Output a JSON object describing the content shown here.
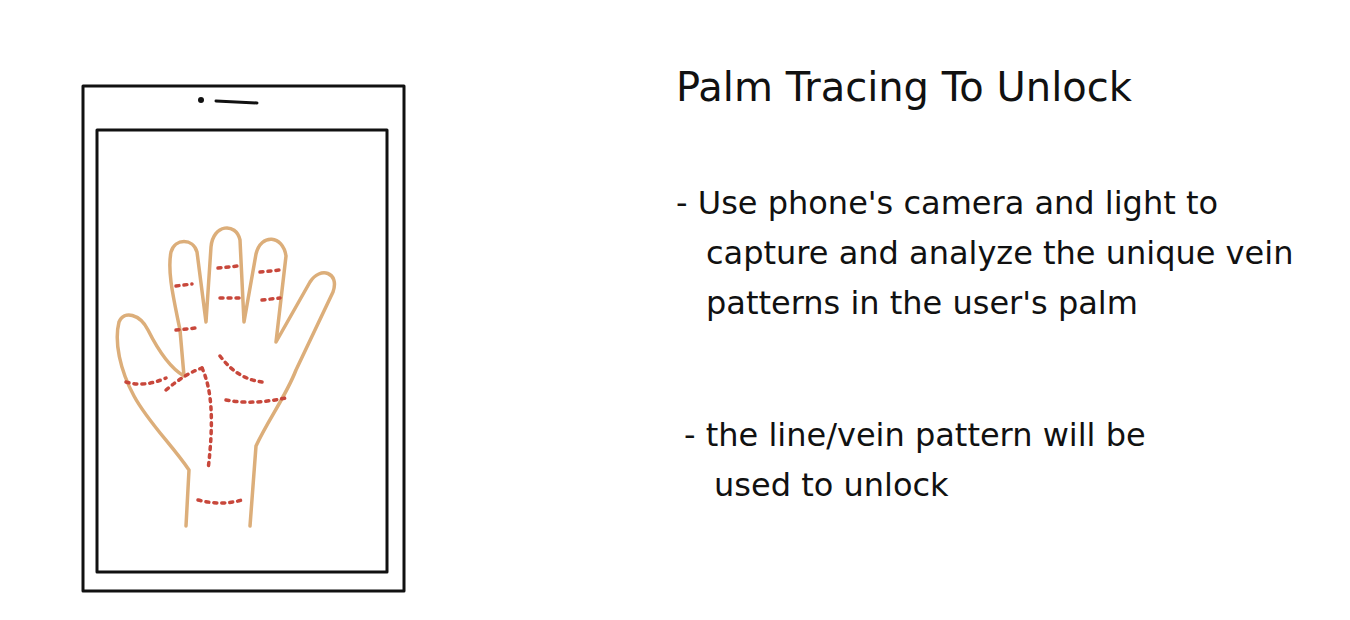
{
  "diagram": {
    "title": "Palm Tracing To Unlock",
    "labels": [
      "- Use phone's camera and light to capture and analyze the unique vein patterns in the user's palm",
      "- the line/vein pattern will be used to unlock"
    ]
  }
}
